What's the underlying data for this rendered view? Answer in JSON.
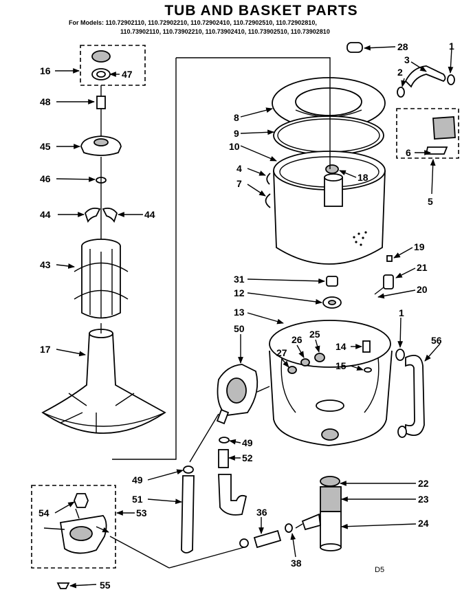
{
  "header": {
    "title": "TUB AND BASKET PARTS",
    "models_line1": "For Models: 110.72902110, 110.72902210, 110.72902410, 110.72902510, 110.72902810,",
    "models_line2": "110.73902110, 110.73902210, 110.73902410, 110.73902510, 110.73902810"
  },
  "callouts": {
    "n1": "1",
    "n1b": "1",
    "n2": "2",
    "n3": "3",
    "n4": "4",
    "n5": "5",
    "n6": "6",
    "n7": "7",
    "n8": "8",
    "n9": "9",
    "n10": "10",
    "n12": "12",
    "n13": "13",
    "n14": "14",
    "n15": "15",
    "n16": "16",
    "n17": "17",
    "n18": "18",
    "n19": "19",
    "n20": "20",
    "n21": "21",
    "n22": "22",
    "n23": "23",
    "n24": "24",
    "n25": "25",
    "n26": "26",
    "n27": "27",
    "n28": "28",
    "n31": "31",
    "n36": "36",
    "n38": "38",
    "n43": "43",
    "n44a": "44",
    "n44b": "44",
    "n45": "45",
    "n46": "46",
    "n47": "47",
    "n48": "48",
    "n49a": "49",
    "n49b": "49",
    "n50": "50",
    "n51": "51",
    "n52": "52",
    "n53": "53",
    "n54": "54",
    "n55": "55",
    "n56": "56"
  },
  "footer": {
    "code": "D5"
  }
}
